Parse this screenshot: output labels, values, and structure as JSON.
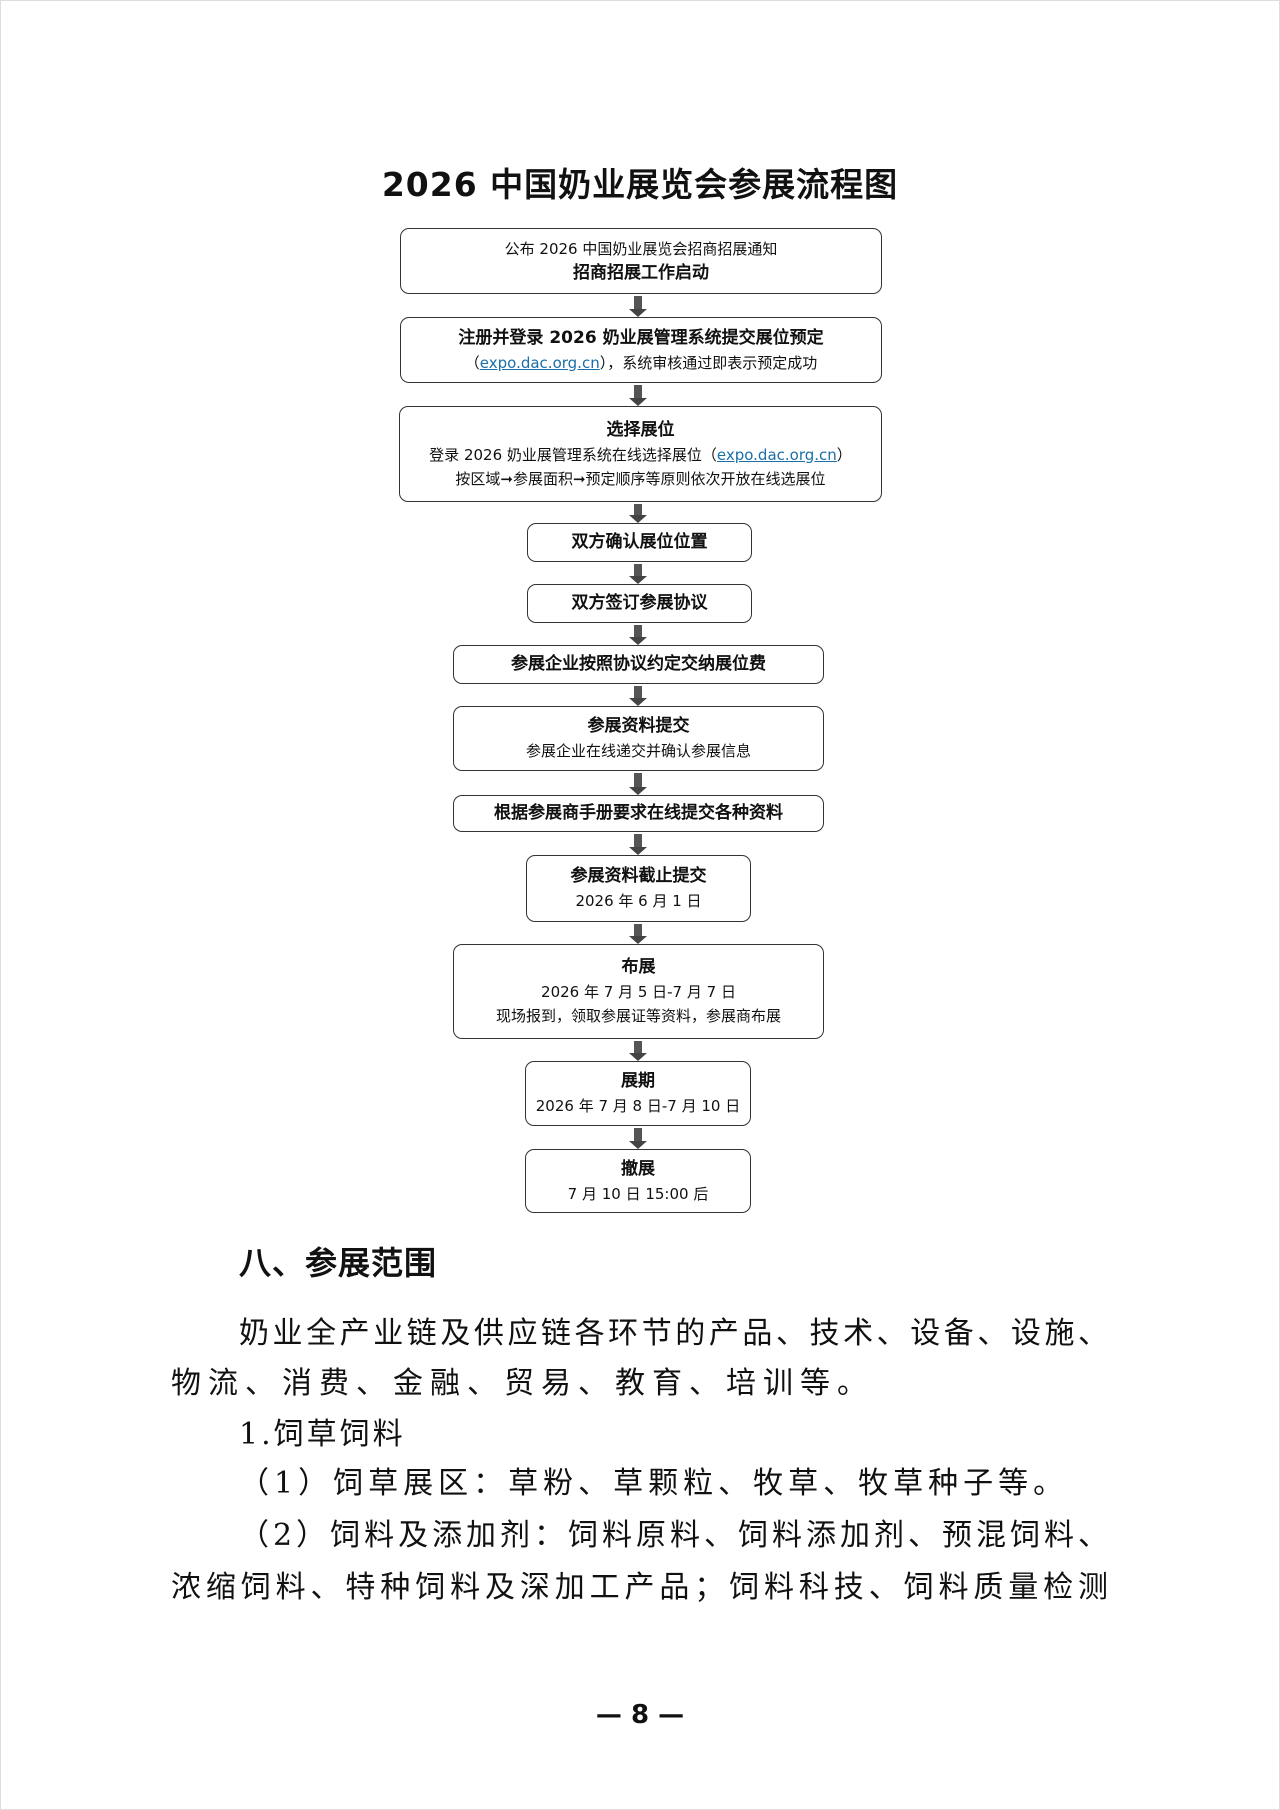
{
  "flowchart": {
    "title": "2026 中国奶业展览会参展流程图",
    "steps": [
      {
        "line1": "公布 2026 中国奶业展览会招商招展通知",
        "line2": "招商招展工作启动"
      },
      {
        "line1": "注册并登录 2026 奶业展管理系统提交展位预定",
        "line2_pre": "（",
        "link": "expo.dac.org.cn",
        "line2_post": "），系统审核通过即表示预定成功"
      },
      {
        "line1": "选择展位",
        "line2_pre": "登录 2026 奶业展管理系统在线选择展位（",
        "link": "expo.dac.org.cn",
        "line2_post": "）",
        "line3": "按区域➞参展面积➞预定顺序等原则依次开放在线选展位"
      },
      {
        "line1": "双方确认展位位置"
      },
      {
        "line1": "双方签订参展协议"
      },
      {
        "line1": "参展企业按照协议约定交纳展位费"
      },
      {
        "line1": "参展资料提交",
        "line2": "参展企业在线递交并确认参展信息"
      },
      {
        "line1": "根据参展商手册要求在线提交各种资料"
      },
      {
        "line1": "参展资料截止提交",
        "line2": "2026 年 6 月 1 日"
      },
      {
        "line1": "布展",
        "line2": "2026 年 7 月 5 日-7 月 7 日",
        "line3": "现场报到，领取参展证等资料，参展商布展"
      },
      {
        "line1": "展期",
        "line2": "2026 年 7 月 8 日-7 月 10 日"
      },
      {
        "line1": "撤展",
        "line2": "7 月 10 日 15:00 后"
      }
    ]
  },
  "section": {
    "heading": "八、参展范围",
    "lines": [
      "奶业全产业链及供应链各环节的产品、技术、设备、设施、",
      "物流、消费、金融、贸易、教育、培训等。",
      "1.饲草饲料",
      "（1）饲草展区：草粉、草颗粒、牧草、牧草种子等。",
      "（2）饲料及添加剂：饲料原料、饲料添加剂、预混饲料、",
      "浓缩饲料、特种饲料及深加工产品；饲料科技、饲料质量检测"
    ]
  },
  "page_number": "— 8 —",
  "colors": {
    "link": "#1a6fa8",
    "border": "#333333"
  }
}
